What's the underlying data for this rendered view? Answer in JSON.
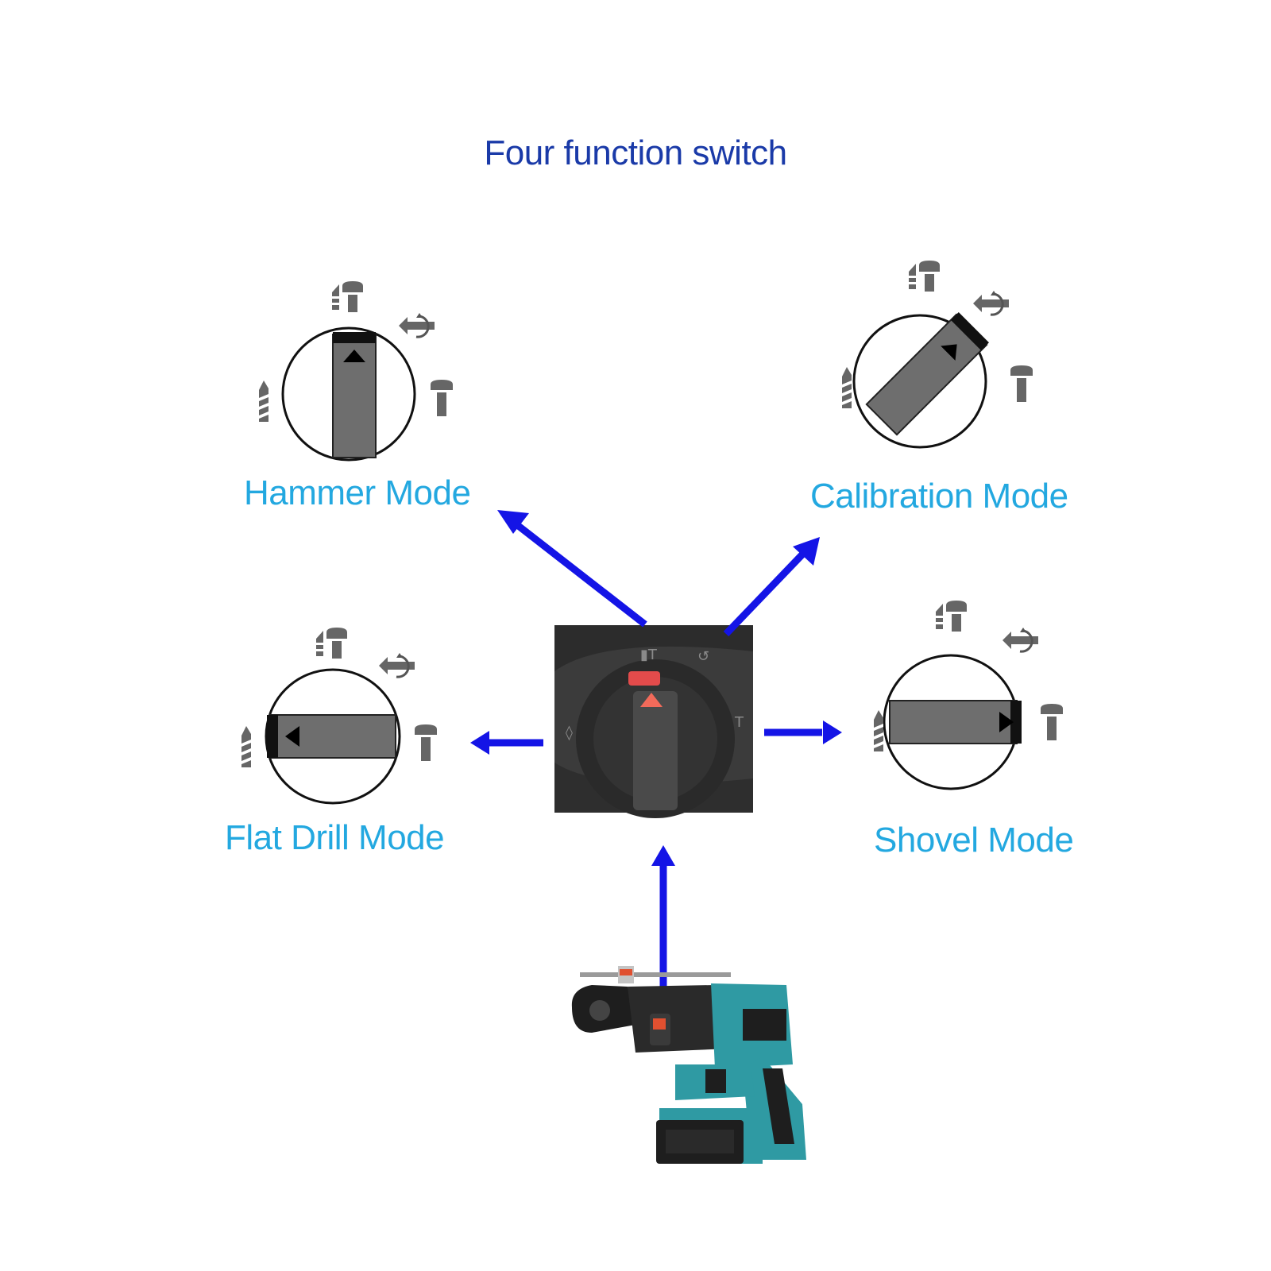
{
  "title": "Four function switch",
  "colors": {
    "title": "#1a3aa8",
    "label": "#23a8e0",
    "arrow": "#1414e6",
    "knob": "#6e6e6e",
    "tool_teal": "#2f9aa3"
  },
  "modes": [
    {
      "id": "hammer",
      "label": "Hammer Mode",
      "selector_points_to": "hammer-drill-icon"
    },
    {
      "id": "calibration",
      "label": "Calibration Mode",
      "selector_points_to": "rotation-icon"
    },
    {
      "id": "flat-drill",
      "label": "Flat Drill Mode",
      "selector_points_to": "drill-bit-icon"
    },
    {
      "id": "shovel",
      "label": "Shovel Mode",
      "selector_points_to": "chisel-icon"
    }
  ],
  "icons": [
    "hammer-drill-icon",
    "rotation-icon",
    "chisel-icon",
    "drill-bit-icon",
    "rotary-hammer-tool-icon"
  ]
}
